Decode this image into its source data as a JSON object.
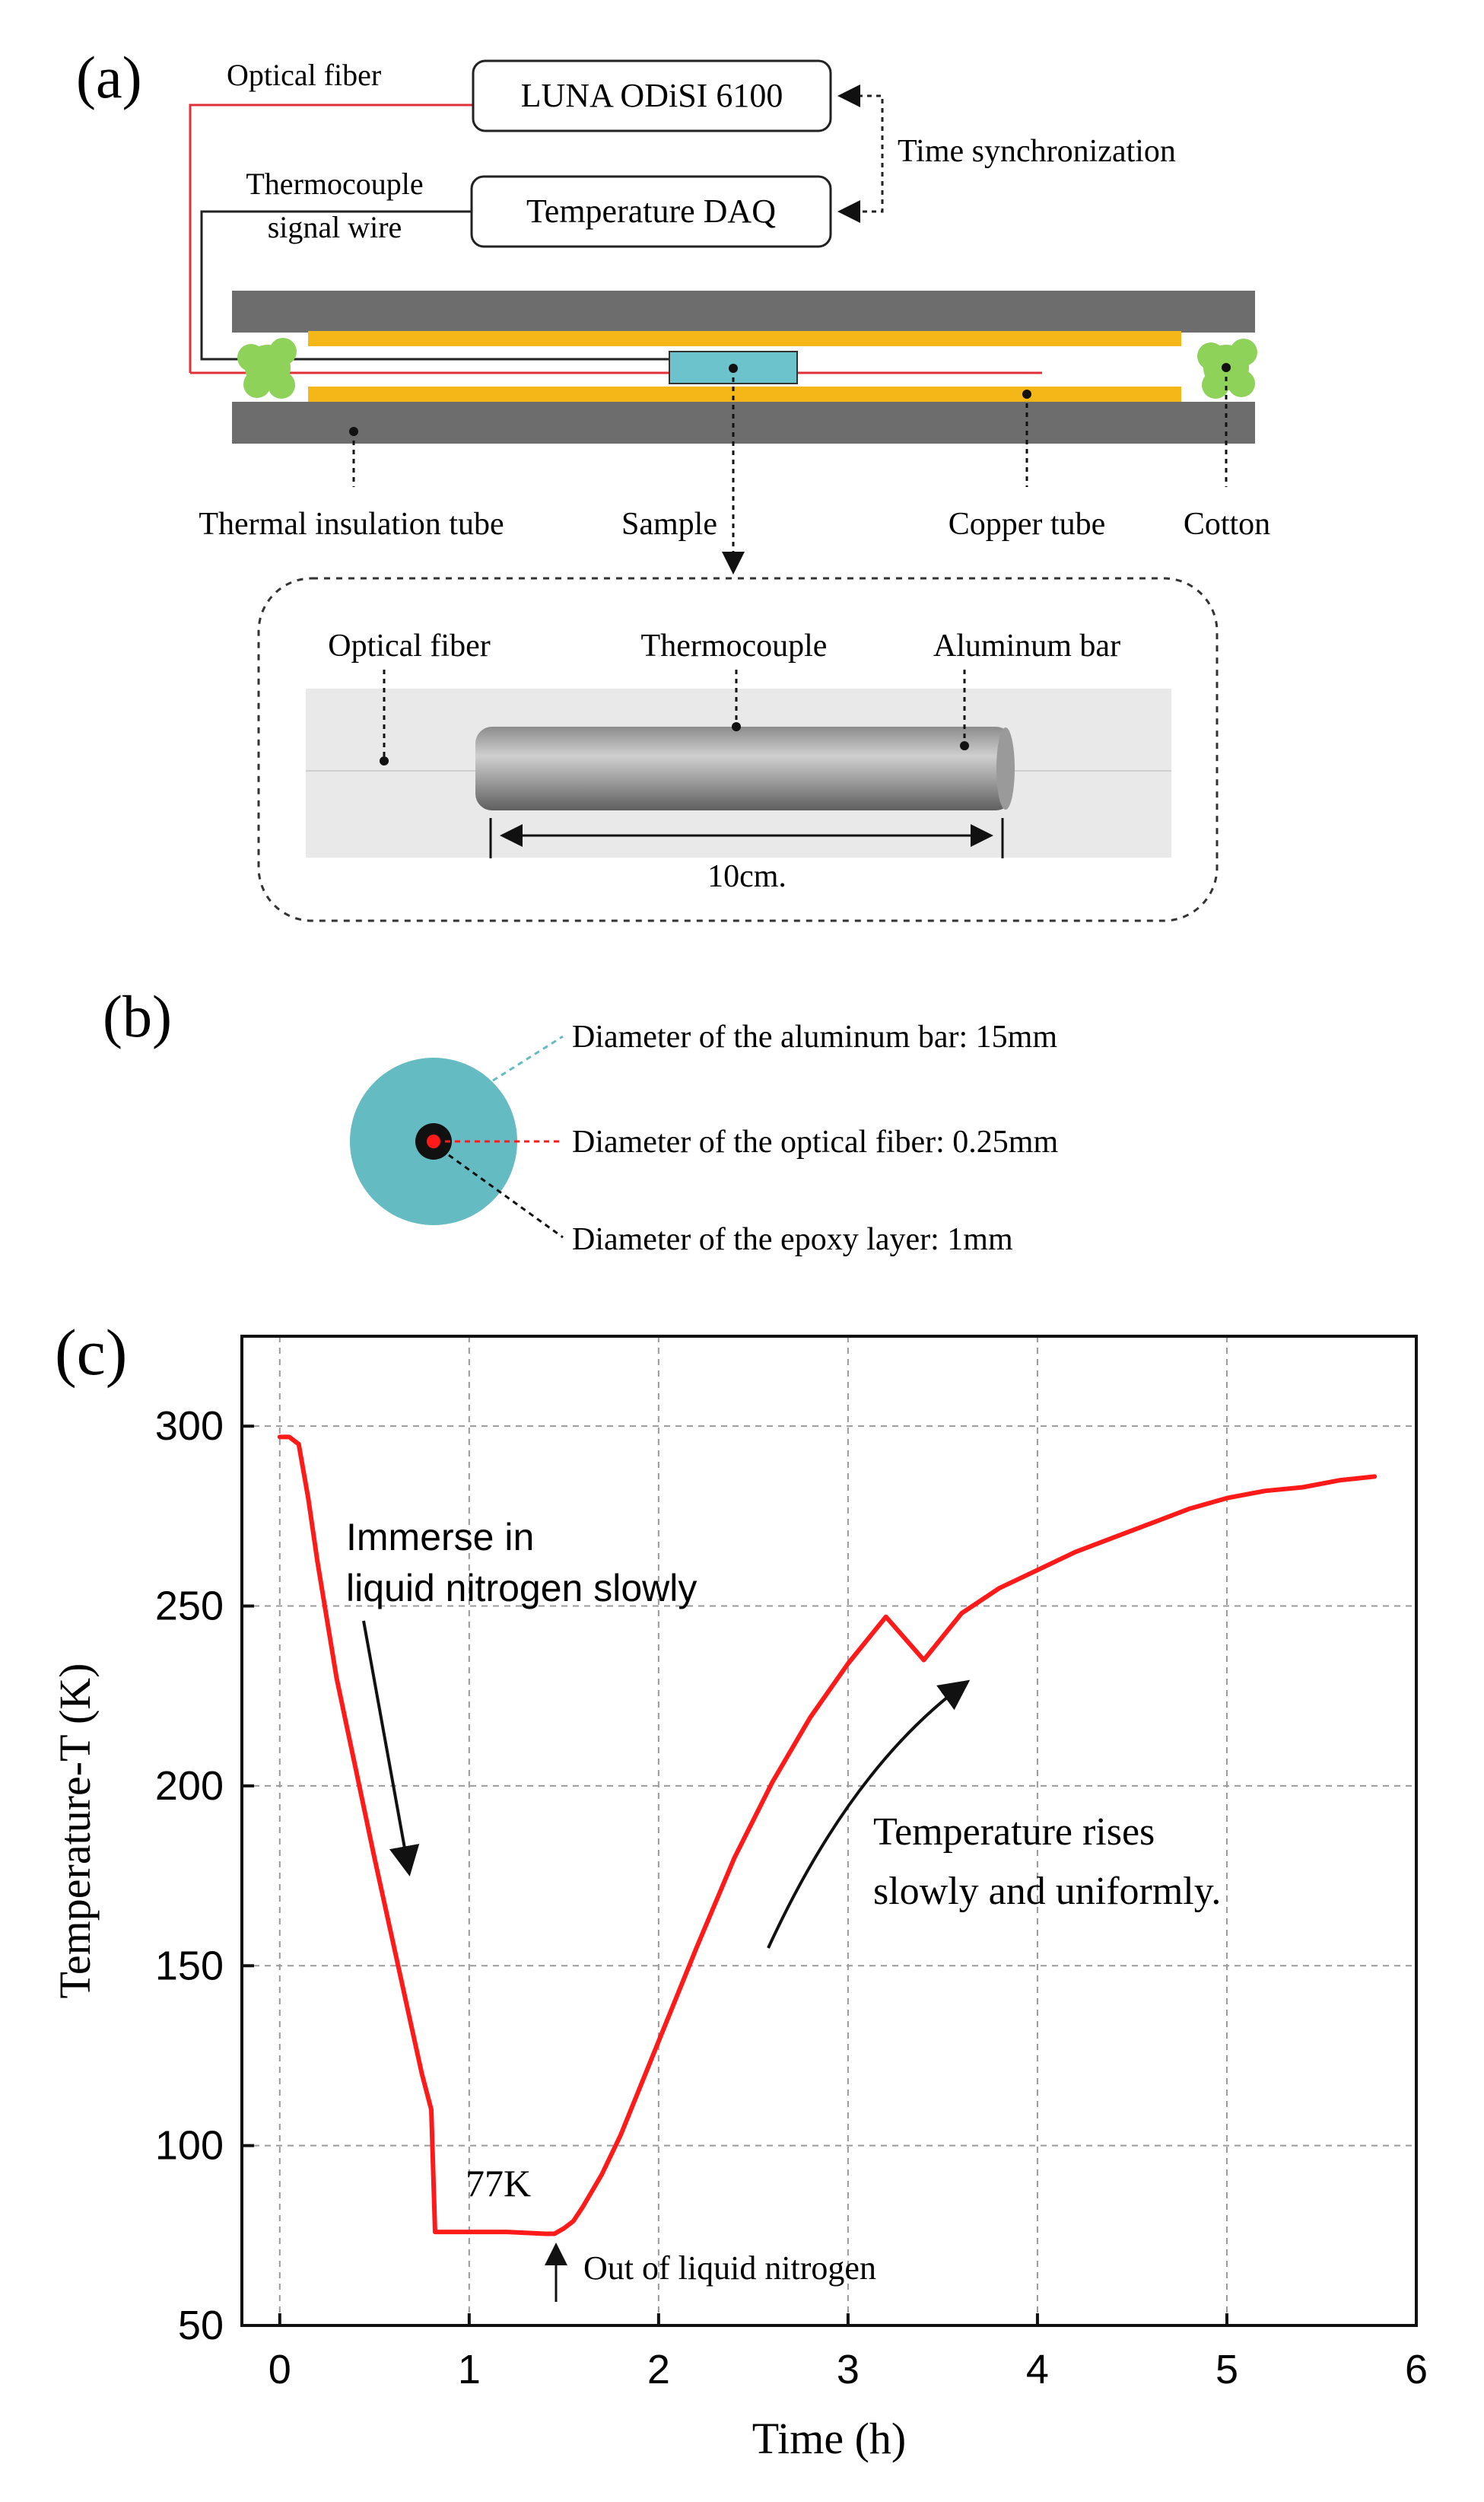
{
  "panel_a": {
    "label": "(a)",
    "optical_fiber_label": "Optical fiber",
    "luna_box": "LUNA ODiSI 6100",
    "thermocouple_wire_line1": "Thermocouple",
    "thermocouple_wire_line2": "signal wire",
    "daq_box": "Temperature DAQ",
    "time_sync": "Time synchronization",
    "insulation_label": "Thermal insulation tube",
    "sample_label": "Sample",
    "copper_label": "Copper tube",
    "cotton_label": "Cotton",
    "inset_fiber": "Optical fiber",
    "inset_thermocouple": "Thermocouple",
    "inset_bar": "Aluminum bar",
    "inset_length": "10cm.",
    "colors": {
      "insulation": "#6d6d6d",
      "copper": "#f5b618",
      "sample": "#6cc3cb",
      "cotton": "#8fd25a",
      "fiber": "#e0303a"
    }
  },
  "panel_b": {
    "label": "(b)",
    "bar_diameter": "Diameter of the aluminum bar: 15mm",
    "fiber_diameter": "Diameter of the optical fiber: 0.25mm",
    "epoxy_diameter": "Diameter of the epoxy layer: 1mm",
    "colors": {
      "bar": "#64bcc2",
      "epoxy": "#111111",
      "fiber": "#ff1a1a"
    }
  },
  "panel_c": {
    "label": "(c)",
    "annotation_immerse_line1": "Immerse in",
    "annotation_immerse_line2": "liquid nitrogen slowly",
    "annotation_rise_line1": "Temperature rises",
    "annotation_rise_line2": "slowly and uniformly.",
    "annotation_77k": "77K",
    "annotation_out": "Out of liquid nitrogen"
  },
  "chart_data": {
    "type": "line",
    "title": "",
    "xlabel": "Time (h)",
    "ylabel": "Temperature-T (K)",
    "xlim": [
      -0.2,
      6
    ],
    "ylim": [
      50,
      325
    ],
    "xticks": [
      0,
      1,
      2,
      3,
      4,
      5,
      6
    ],
    "yticks": [
      50,
      100,
      150,
      200,
      250,
      300
    ],
    "grid": true,
    "line_color": "#ff1a1a",
    "series": [
      {
        "x": [
          0,
          0.05,
          0.1,
          0.15,
          0.2,
          0.3,
          0.4,
          0.5,
          0.6,
          0.7,
          0.75,
          0.8,
          0.82,
          0.9,
          1.0,
          1.2,
          1.4,
          1.45,
          1.5,
          1.55,
          1.6,
          1.7,
          1.8,
          1.9,
          2.0,
          2.2,
          2.4,
          2.6,
          2.8,
          3.0,
          3.2,
          3.4,
          3.6,
          3.8,
          4.0,
          4.2,
          4.4,
          4.6,
          4.8,
          5.0,
          5.2,
          5.4,
          5.6,
          5.78
        ],
        "y": [
          297,
          297,
          295,
          280,
          262,
          230,
          205,
          180,
          156,
          132,
          120,
          110,
          76,
          76,
          76,
          76,
          75.5,
          75.5,
          77,
          79,
          83,
          92,
          103,
          116,
          129,
          155,
          180,
          201,
          219,
          234,
          247,
          235,
          248,
          255,
          260,
          265,
          269,
          273,
          277,
          280,
          282,
          283,
          285,
          286
        ]
      }
    ]
  }
}
